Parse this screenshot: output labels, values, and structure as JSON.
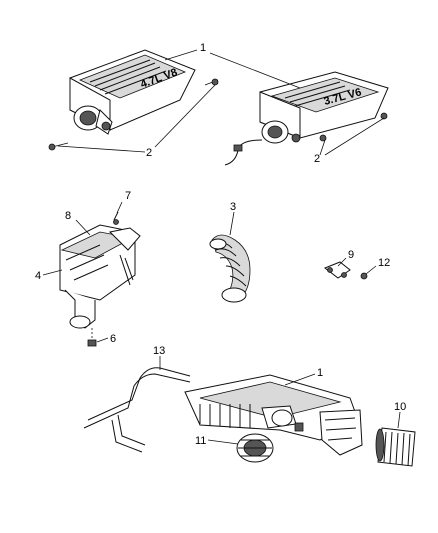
{
  "callouts": {
    "c1_top": "1",
    "c2_left": "2",
    "c2_right": "2",
    "c3": "3",
    "c4": "4",
    "c6": "6",
    "c7": "7",
    "c8": "8",
    "c9": "9",
    "c10": "10",
    "c11": "11",
    "c12": "12",
    "c13": "13",
    "c1_bottom": "1"
  },
  "engine_badges": {
    "left_housing": "4.7L V8",
    "right_housing": "3.7L V6"
  },
  "colors": {
    "line": "#111111",
    "shade": "#d9d9d9",
    "dark": "#555555",
    "background": "#ffffff"
  }
}
